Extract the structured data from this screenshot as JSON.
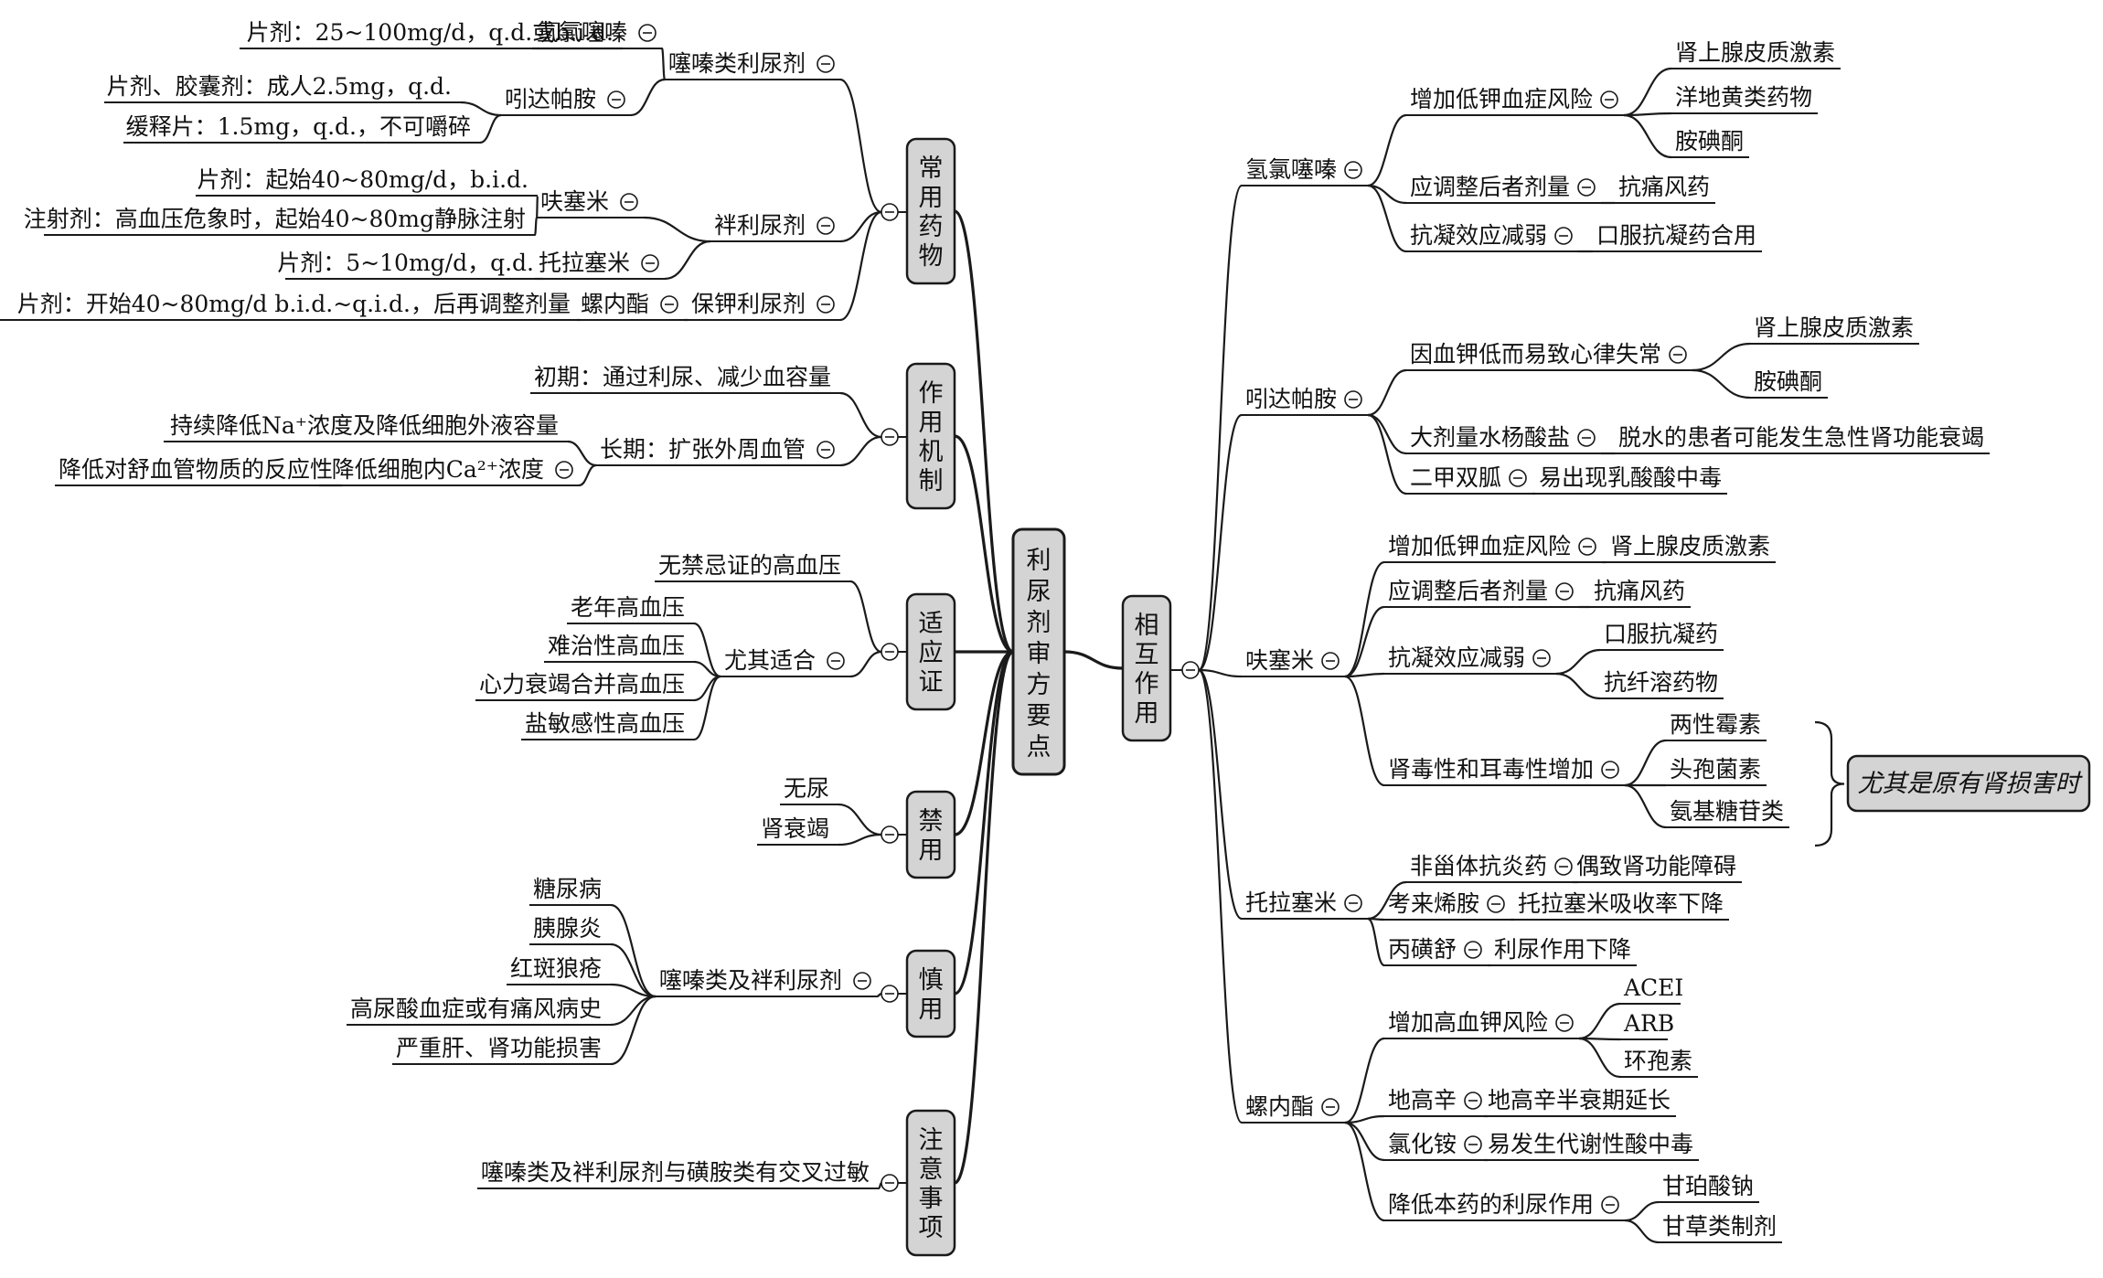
{
  "diagram": {
    "root": "利尿剂审方要点",
    "left_branches": [
      {
        "label": "常用药物",
        "children": [
          {
            "label": "噻嗪类利尿剂",
            "collapse": true,
            "children": [
              {
                "label": "氢氯噻嗪",
                "collapse": true,
                "children": [
                  {
                    "label": "片剂：25~100mg/d，q.d.或b.i.d."
                  }
                ]
              },
              {
                "label": "吲达帕胺",
                "collapse": true,
                "children": [
                  {
                    "label": "片剂、胶囊剂：成人2.5mg，q.d."
                  },
                  {
                    "label": "缓释片：1.5mg，q.d.，不可嚼碎"
                  }
                ]
              }
            ]
          },
          {
            "label": "袢利尿剂",
            "collapse": true,
            "children": [
              {
                "label": "呋塞米",
                "collapse": true,
                "children": [
                  {
                    "label": "片剂：起始40~80mg/d，b.i.d."
                  },
                  {
                    "label": "注射剂：高血压危象时，起始40~80mg静脉注射"
                  }
                ]
              },
              {
                "label": "托拉塞米",
                "collapse": true,
                "children": [
                  {
                    "label": "片剂：5~10mg/d，q.d."
                  }
                ]
              }
            ]
          },
          {
            "label": "保钾利尿剂",
            "collapse": true,
            "children": [
              {
                "label": "螺内酯",
                "collapse": true,
                "children": [
                  {
                    "label": "片剂：开始40~80mg/d b.i.d.~q.i.d.，后再调整剂量"
                  }
                ]
              }
            ]
          }
        ]
      },
      {
        "label": "作用机制",
        "children": [
          {
            "label": "初期：通过利尿、减少血容量"
          },
          {
            "label": "长期：扩张外周血管",
            "collapse": true,
            "children": [
              {
                "label": "持续降低Na⁺浓度及降低细胞外液容量"
              },
              {
                "label": "降低细胞内Ca²⁺浓度",
                "collapse": true,
                "children": [
                  {
                    "label": "降低对舒血管物质的反应性"
                  }
                ]
              }
            ]
          }
        ]
      },
      {
        "label": "适应证",
        "children": [
          {
            "label": "无禁忌证的高血压"
          },
          {
            "label": "尤其适合",
            "collapse": true,
            "children": [
              {
                "label": "老年高血压"
              },
              {
                "label": "难治性高血压"
              },
              {
                "label": "心力衰竭合并高血压"
              },
              {
                "label": "盐敏感性高血压"
              }
            ]
          }
        ]
      },
      {
        "label": "禁用",
        "children": [
          {
            "label": "无尿"
          },
          {
            "label": "肾衰竭"
          }
        ]
      },
      {
        "label": "慎用",
        "children": [
          {
            "label": "噻嗪类及袢利尿剂",
            "collapse": true,
            "children": [
              {
                "label": "糖尿病"
              },
              {
                "label": "胰腺炎"
              },
              {
                "label": "红斑狼疮"
              },
              {
                "label": "高尿酸血症或有痛风病史"
              },
              {
                "label": "严重肝、肾功能损害"
              }
            ]
          }
        ]
      },
      {
        "label": "注意事项",
        "children": [
          {
            "label": "噻嗪类及袢利尿剂与磺胺类有交叉过敏"
          }
        ]
      }
    ],
    "right_branch": {
      "label": "相互作用",
      "children": [
        {
          "label": "氢氯噻嗪",
          "collapse": true,
          "children": [
            {
              "label": "增加低钾血症风险",
              "collapse": true,
              "children": [
                {
                  "label": "肾上腺皮质激素"
                },
                {
                  "label": "洋地黄类药物"
                },
                {
                  "label": "胺碘酮"
                }
              ]
            },
            {
              "label": "应调整后者剂量",
              "collapse": true,
              "children": [
                {
                  "label": "抗痛风药"
                }
              ]
            },
            {
              "label": "抗凝效应减弱",
              "collapse": true,
              "children": [
                {
                  "label": "口服抗凝药合用"
                }
              ]
            }
          ]
        },
        {
          "label": "吲达帕胺",
          "collapse": true,
          "children": [
            {
              "label": "因血钾低而易致心律失常",
              "collapse": true,
              "children": [
                {
                  "label": "肾上腺皮质激素"
                },
                {
                  "label": "胺碘酮"
                }
              ]
            },
            {
              "label": "大剂量水杨酸盐",
              "collapse": true,
              "children": [
                {
                  "label": "脱水的患者可能发生急性肾功能衰竭"
                }
              ]
            },
            {
              "label": "二甲双胍",
              "collapse": true,
              "children": [
                {
                  "label": "易出现乳酸酸中毒"
                }
              ]
            }
          ]
        },
        {
          "label": "呋塞米",
          "collapse": true,
          "children": [
            {
              "label": "增加低钾血症风险",
              "collapse": true,
              "children": [
                {
                  "label": "肾上腺皮质激素"
                }
              ]
            },
            {
              "label": "应调整后者剂量",
              "collapse": true,
              "children": [
                {
                  "label": "抗痛风药"
                }
              ]
            },
            {
              "label": "抗凝效应减弱",
              "collapse": true,
              "children": [
                {
                  "label": "口服抗凝药"
                },
                {
                  "label": "抗纤溶药物"
                }
              ]
            },
            {
              "label": "肾毒性和耳毒性增加",
              "collapse": true,
              "children": [
                {
                  "label": "两性霉素"
                },
                {
                  "label": "头孢菌素"
                },
                {
                  "label": "氨基糖苷类"
                }
              ]
            }
          ]
        },
        {
          "label": "托拉塞米",
          "collapse": true,
          "children": [
            {
              "label": "非甾体抗炎药",
              "collapse": true,
              "children": [
                {
                  "label": "偶致肾功能障碍"
                }
              ]
            },
            {
              "label": "考来烯胺",
              "collapse": true,
              "children": [
                {
                  "label": "托拉塞米吸收率下降"
                }
              ]
            },
            {
              "label": "丙磺舒",
              "collapse": true,
              "children": [
                {
                  "label": "利尿作用下降"
                }
              ]
            }
          ]
        },
        {
          "label": "螺内酯",
          "collapse": true,
          "children": [
            {
              "label": "增加高血钾风险",
              "collapse": true,
              "children": [
                {
                  "label": "ACEI"
                },
                {
                  "label": "ARB"
                },
                {
                  "label": "环孢素"
                }
              ]
            },
            {
              "label": "地高辛",
              "collapse": true,
              "children": [
                {
                  "label": "地高辛半衰期延长"
                }
              ]
            },
            {
              "label": "氯化铵",
              "collapse": true,
              "children": [
                {
                  "label": "易发生代谢性酸中毒"
                }
              ]
            },
            {
              "label": "降低本药的利尿作用",
              "collapse": true,
              "children": [
                {
                  "label": "甘珀酸钠"
                },
                {
                  "label": "甘草类制剂"
                }
              ]
            }
          ]
        }
      ]
    },
    "callout": "尤其是原有肾损害时"
  }
}
